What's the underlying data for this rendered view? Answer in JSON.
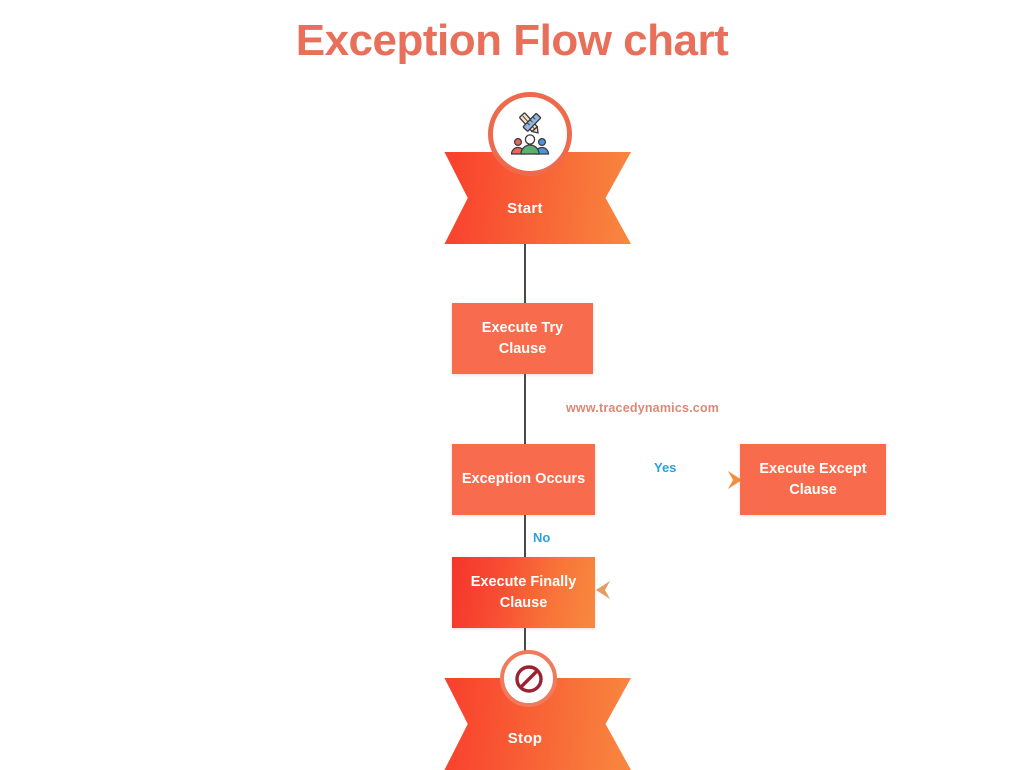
{
  "page": {
    "title": "Exception Flow chart",
    "watermark": "www.tracedynamics.com",
    "background_color": "#ffffff",
    "title_color": "#e8705a"
  },
  "chart_data": {
    "type": "diagram",
    "title": "Exception Flow chart",
    "nodes": [
      {
        "id": "start",
        "label": "Start",
        "shape": "ribbon-banner",
        "fill": "gradient-red-orange",
        "icon": "team-design-icon"
      },
      {
        "id": "try",
        "label": "Execute Try Clause",
        "shape": "rectangle",
        "fill": "#f96b4d"
      },
      {
        "id": "exception",
        "label": "Exception Occurs",
        "shape": "rectangle",
        "fill": "#f96b4d"
      },
      {
        "id": "except",
        "label": "Execute Except Clause",
        "shape": "rectangle",
        "fill": "#f96b4d"
      },
      {
        "id": "finally",
        "label": "Execute Finally Clause",
        "shape": "rectangle",
        "fill": "gradient-red-orange"
      },
      {
        "id": "stop",
        "label": "Stop",
        "shape": "ribbon-banner",
        "fill": "gradient-red-orange",
        "icon": "prohibition-icon"
      }
    ],
    "edges": [
      {
        "from": "start",
        "to": "try",
        "label": "",
        "style": "solid",
        "color": "#4a4a4a"
      },
      {
        "from": "try",
        "to": "exception",
        "label": "",
        "style": "solid",
        "color": "#4a4a4a"
      },
      {
        "from": "exception",
        "to": "except",
        "label": "Yes",
        "style": "dashed",
        "color": "#cf4437"
      },
      {
        "from": "exception",
        "to": "finally",
        "label": "No",
        "style": "solid",
        "color": "#4a4a4a"
      },
      {
        "from": "except",
        "to": "finally",
        "label": "",
        "style": "dashed",
        "color": "#cf4437"
      },
      {
        "from": "finally",
        "to": "stop",
        "label": "",
        "style": "solid",
        "color": "#4a4a4a"
      }
    ],
    "edge_label_color": "#29a3dc"
  },
  "nodes": {
    "start": {
      "label": "Start"
    },
    "try": {
      "label": "Execute Try Clause"
    },
    "exception": {
      "label": "Exception Occurs"
    },
    "except": {
      "label": "Execute Except Clause"
    },
    "finally": {
      "label": "Execute Finally Clause"
    },
    "stop": {
      "label": "Stop"
    }
  },
  "labels": {
    "yes": "Yes",
    "no": "No"
  },
  "colors": {
    "box_flat": "#f96b4d",
    "gradient_start": "#f5342b",
    "gradient_end": "#f8893f",
    "dashed_dark": "#cf4437",
    "dashed_light": "#f1923f",
    "connector": "#4a4a4a",
    "label_blue": "#29a3dc",
    "title": "#e8705a",
    "watermark": "#d98a72"
  }
}
